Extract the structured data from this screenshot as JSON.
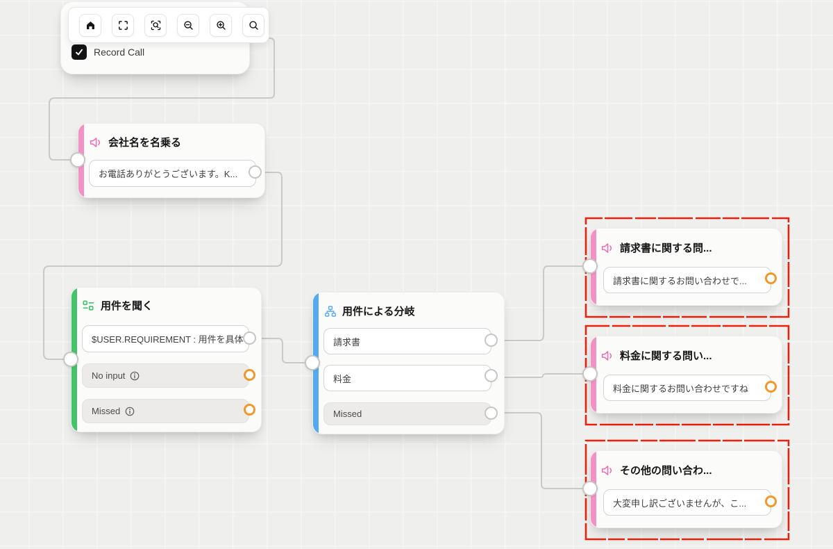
{
  "toolbar": {
    "buttons": [
      {
        "name": "home"
      },
      {
        "name": "fullscreen"
      },
      {
        "name": "zoom-to-fit"
      },
      {
        "name": "zoom-out"
      },
      {
        "name": "zoom-in"
      },
      {
        "name": "search"
      }
    ]
  },
  "record_call": {
    "label": "Record Call",
    "checked": true
  },
  "nodes": {
    "announce": {
      "title": "会社名を名乗る",
      "message": "お電話ありがとうございます。K..."
    },
    "ask": {
      "title": "用件を聞く",
      "slot": "$USER.REQUIREMENT : 用件を具体",
      "no_input_label": "No input",
      "missed_label": "Missed"
    },
    "branch": {
      "title": "用件による分岐",
      "options": [
        "請求書",
        "料金"
      ],
      "missed_label": "Missed"
    },
    "invoice": {
      "title": "請求書に関する問...",
      "message": "請求書に関するお問い合わせで..."
    },
    "price": {
      "title": "料金に関する問い...",
      "message": "料金に関するお問い合わせですね"
    },
    "other": {
      "title": "その他の問い合わ...",
      "message": "大変申し訳ございませんが、こ..."
    }
  },
  "colors": {
    "pink": "#f590c5",
    "green": "#41c368",
    "blue": "#55a9f1",
    "orange": "#f0982a",
    "selection_red": "#e8220e",
    "edge_grey": "#c9c9c6"
  }
}
